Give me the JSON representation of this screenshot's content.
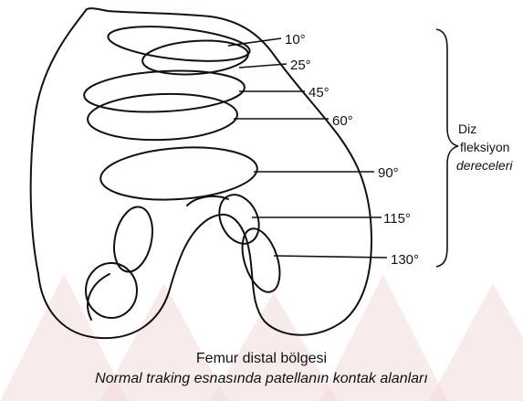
{
  "labels": {
    "angles": [
      "10°",
      "25°",
      "45°",
      "60°",
      "90°",
      "115°",
      "130°"
    ],
    "bracket_line1": "Diz",
    "bracket_line2": "fleksiyon",
    "bracket_line3": "dereceleri"
  },
  "caption": {
    "line1": "Femur distal bölgesi",
    "line2": "Normal traking esnasında patellanın kontak alanları"
  },
  "colors": {
    "ink": "#111111",
    "background": "#ffffff",
    "watermark_tint": "#f2dada"
  }
}
